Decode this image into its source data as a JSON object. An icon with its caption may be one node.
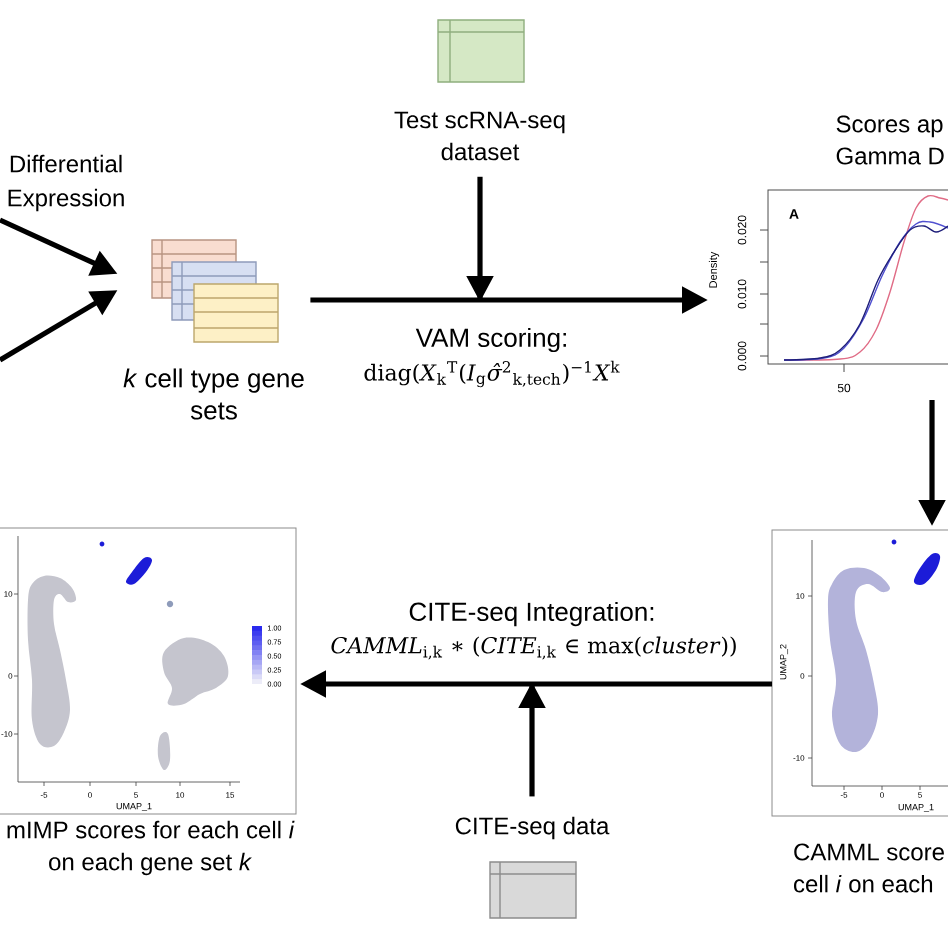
{
  "diagram": {
    "nodes": [
      {
        "text": [
          "*k* cell type gene sets"
        ]
      },
      {
        "text": [
          "Test scRNA-seq dataset"
        ]
      },
      {
        "text": [
          "Scores ap Gamma D"
        ]
      },
      {
        "text": [
          "mIMP scores for each cell *i* on each gene set *k*"
        ]
      },
      {
        "text": [
          "CITE-seq data"
        ]
      },
      {
        "text": [
          "CAMML score cell *i* on each"
        ]
      }
    ],
    "edges": [
      {
        "from": null,
        "to": 0,
        "arrow": "to",
        "label": "Differential Expression"
      },
      {
        "from": null,
        "to": 0,
        "arrow": "to"
      },
      {
        "from": 0,
        "to": 2,
        "arrow": "to",
        "label": "VAM scoring:"
      },
      {
        "from": 1,
        "to": 2,
        "arrow": "to"
      },
      {
        "from": 2,
        "to": 5,
        "arrow": "to"
      },
      {
        "from": 5,
        "to": 3,
        "arrow": "to",
        "label": "CITE-seq Integration:"
      },
      {
        "from": 4,
        "to": 3,
        "arrow": "to"
      }
    ],
    "labels": [
      "A",
      "0.020",
      "0.010",
      "0.000",
      "Density",
      "50",
      "diag(*X*$_{k}$$^{T}$(*I*$_{g}$*σ̂*$^{2}$$_{k,tech}$)$^{−1}$*X*$^{k}$",
      "*CAMML*$_{i,k}$ ∗ (*CITE*$_{i,k}$ ∈ max(*cluster*))",
      "10",
      "0",
      "-10",
      "1.00",
      "0.75",
      "0.50",
      "0.25",
      "0.00",
      "-5",
      "0",
      "5",
      "10",
      "15",
      "UMAP_1",
      "10",
      "0",
      "-10",
      "UMAP_2",
      "-5",
      "0",
      "5",
      "UMAP_1"
    ]
  }
}
